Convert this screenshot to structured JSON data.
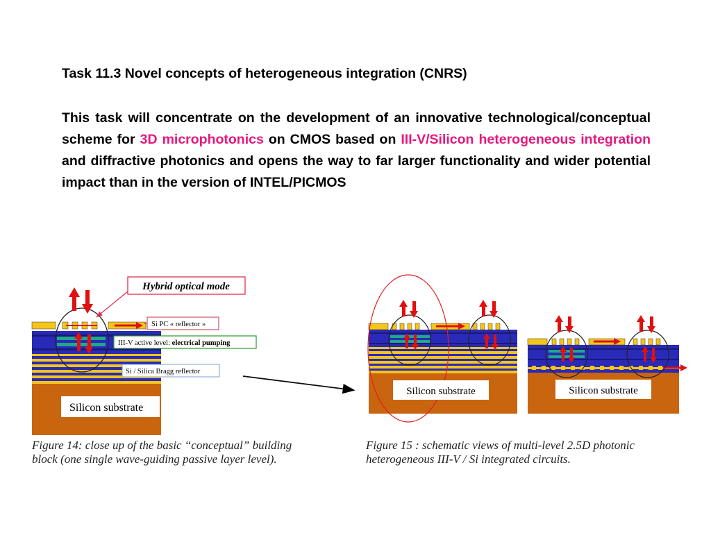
{
  "heading": "Task 11.3 Novel concepts of heterogeneous integration (CNRS)",
  "paragraph": {
    "part1": "This task will concentrate on the development of an innovative technological/conceptual scheme for ",
    "highlight1": "3D microphotonics",
    "part2": " on CMOS based on ",
    "highlight2": "III-V/Silicon heterogeneous integration",
    "part3": " and diffractive photonics and opens the way to far larger functionality and wider potential impact than in the version of INTEL/PICMOS"
  },
  "figure14": {
    "callout": "Hybrid optical mode",
    "label_pc": "Si PC « reflector »",
    "label_active_prefix": "III-V active level: ",
    "label_active_bold": "electrical pumping",
    "label_bragg": "Si / Silica Bragg reflector",
    "substrate": "Silicon substrate",
    "caption_line1": "Figure 14: close up of the basic “conceptual” building",
    "caption_line2": "block (one single wave-guiding passive layer level)."
  },
  "figure15": {
    "substrate_left": "Silicon substrate",
    "substrate_right": "Silicon substrate",
    "caption_line1": "Figure 15 : schematic views of multi-level 2.5D photonic",
    "caption_line2": "heterogeneous III-V / Si integrated circuits."
  },
  "colors": {
    "highlight": "#e8177c",
    "substrate": "#c8650e",
    "bragg_yellow": "#f5c518",
    "layer_blue": "#2a2ab8",
    "active_green": "#1fa88a",
    "arrow_red": "#e01010",
    "callout_red": "#e0304a",
    "label_green": "#2a9a2a"
  }
}
